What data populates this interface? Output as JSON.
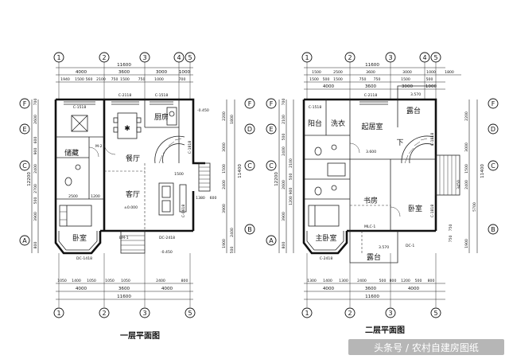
{
  "plans": [
    {
      "title": "一层平面图",
      "axes_top": [
        "1",
        "2",
        "3",
        "4",
        "5"
      ],
      "axes_left": [
        "F",
        "E",
        "D",
        "C",
        "B",
        "A"
      ],
      "top_total": "11600",
      "top_row1": [
        "4000",
        "3600",
        "3000",
        "1000"
      ],
      "top_row2": [
        "1940",
        "1500",
        "560",
        "2100",
        "750",
        "1500",
        "750",
        "1000",
        "700"
      ],
      "bottom_row1": [
        "1050",
        "1400",
        "1050",
        "1050",
        "1050",
        "2400",
        "800"
      ],
      "bottom_row2": [
        "4000",
        "3600",
        "4000"
      ],
      "bottom_total": "11600",
      "left_total": "12200",
      "left_dims": [
        "700",
        "2600",
        "600",
        "900",
        "2400",
        "2700",
        "500",
        "3900",
        "800"
      ],
      "right_dims": [
        "2200",
        "3000",
        "1500",
        "2400",
        "3900",
        "1900",
        "2400",
        "500",
        "1800",
        "11400"
      ],
      "rooms": {
        "kitchen": "厨房",
        "dining": "餐厅",
        "storage": "储藏",
        "living": "客厅",
        "bedroom": "卧室"
      },
      "annotations": {
        "level_top": "-0.450",
        "level_bottom": "-0.450",
        "level_living": "±0.000",
        "c1": "C-1518",
        "c2": "C-2118",
        "c3": "C-1518",
        "door1": "M-2",
        "door2": "BM-1",
        "door3": "DC-2418",
        "w1": "C-1818",
        "w2": "C-0618",
        "dim1500": "1500",
        "dim1380": "1380",
        "dim600": "600",
        "dim2500": "2500",
        "dim1200": "1200",
        "label_dc": "DC-1418"
      }
    },
    {
      "title": "二层平面图",
      "axes_top": [
        "1",
        "2",
        "3",
        "4",
        "5"
      ],
      "axes_left": [
        "F",
        "E",
        "D",
        "C",
        "B",
        "A"
      ],
      "top_total": "11600",
      "top_row1": [
        "4000",
        "3600",
        "3000",
        "1000"
      ],
      "top_row2": [
        "1500",
        "2500",
        "3600",
        "3000",
        "1000",
        "1800"
      ],
      "top_row3": [
        "1500",
        "500",
        "1500",
        "750",
        "750",
        "1500",
        "500"
      ],
      "bottom_row1": [
        "1300",
        "1400",
        "1300",
        "2400",
        "500",
        "800",
        "1200",
        "500",
        "800"
      ],
      "bottom_row2": [
        "4000",
        "3600",
        "4000"
      ],
      "bottom_total": "11600",
      "left_total": "12200",
      "left_dims": [
        "700",
        "2100",
        "500",
        "2400",
        "2100",
        "500",
        "2600",
        "900",
        "1200",
        "3900",
        "800"
      ],
      "right_dims": [
        "2200",
        "3000",
        "1500",
        "2400",
        "3450",
        "5700",
        "1900",
        "750",
        "750",
        "11400"
      ],
      "rooms": {
        "balcony": "阳台",
        "laundry": "洗衣",
        "living": "起居室",
        "terrace_top": "露台",
        "study": "书房",
        "bedroom": "卧室",
        "master": "主卧室",
        "terrace_bottom": "露台",
        "down": "下"
      },
      "annotations": {
        "level1": "3.570",
        "level2": "3.600",
        "level3": "3.570",
        "c1": "C-1518",
        "c2": "C-2118",
        "c3": "C-1818",
        "c4": "C-2418",
        "c5": "C-1818",
        "door1": "MLC-1",
        "door2": "DC-1"
      }
    }
  ],
  "watermark": "头条号 / 农村自建房图纸"
}
